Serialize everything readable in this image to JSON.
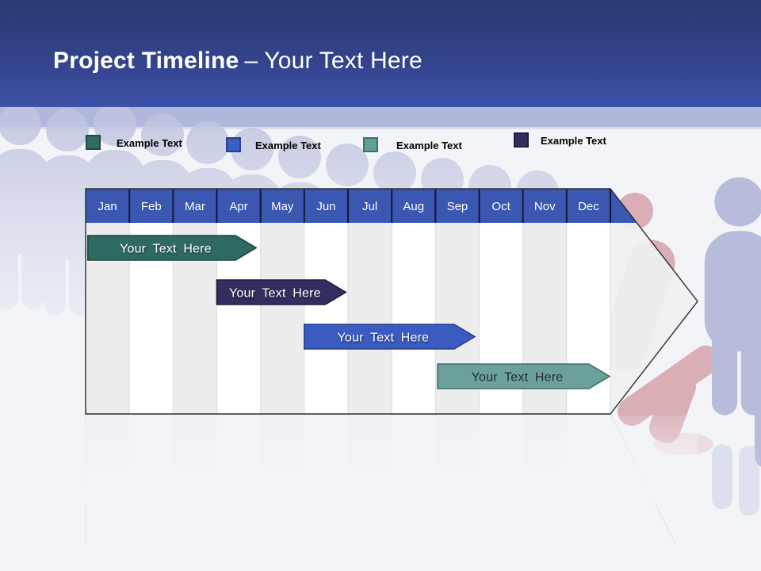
{
  "slide": {
    "title_bold": "Project Timeline",
    "title_rest": "– Your Text Here"
  },
  "legend": {
    "items": [
      {
        "label": "Example Text",
        "color": "#336B62",
        "border": "#1C4A44"
      },
      {
        "label": "Example Text",
        "color": "#3C5EC1",
        "border": "#27408F"
      },
      {
        "label": "Example Text",
        "color": "#5F9F97",
        "border": "#3D6F6C"
      },
      {
        "label": "Example Text",
        "color": "#2E2F5C",
        "border": "#1E1C40"
      }
    ]
  },
  "chart_data": {
    "type": "timeline-gantt",
    "months": [
      "Jan",
      "Feb",
      "Mar",
      "Apr",
      "May",
      "Jun",
      "Jul",
      "Aug",
      "Sep",
      "Oct",
      "Nov",
      "Dec"
    ],
    "header_color": "#3A57B2",
    "header_separator_color": "#14173A",
    "columns": {
      "odd_fill": "#EDEDEE",
      "even_fill": "#FFFFFF",
      "separator": "#DBDBDE"
    },
    "arrow_fill": "#F0F0F1",
    "arrow_outline": "#2B2B2B",
    "bars": [
      {
        "label": "Your Text Here",
        "fill": "#2F6A62",
        "stroke": "#1C473F",
        "text_color": "#FFFFFF",
        "start_month": 0.05,
        "end_month": 3.9
      },
      {
        "label": "Your Text Here",
        "fill": "#322F60",
        "stroke": "#1E1C40",
        "text_color": "#FFFFFF",
        "start_month": 3.0,
        "end_month": 5.95
      },
      {
        "label": "Your Text Here",
        "fill": "#3B5BC1",
        "stroke": "#263F8C",
        "text_color": "#FFFFFF",
        "start_month": 5.0,
        "end_month": 8.9
      },
      {
        "label": "Your Text Here",
        "fill": "#6BA09D",
        "stroke": "#3D6F6C",
        "text_color": "#1E2B2B",
        "start_month": 8.05,
        "end_month": 11.98
      }
    ]
  }
}
